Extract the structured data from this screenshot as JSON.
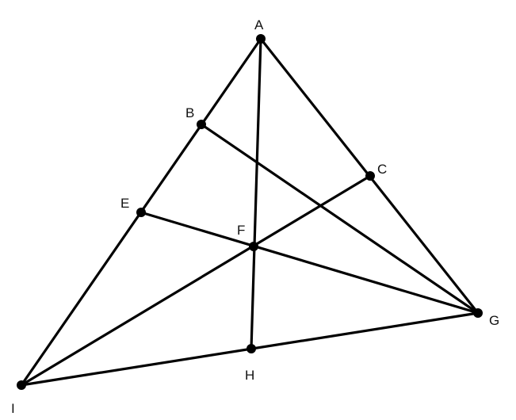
{
  "points": [
    {
      "id": "A",
      "label": "A"
    },
    {
      "id": "B",
      "label": "B"
    },
    {
      "id": "C",
      "label": "C"
    },
    {
      "id": "E",
      "label": "E"
    },
    {
      "id": "F",
      "label": "F"
    },
    {
      "id": "G",
      "label": "G"
    },
    {
      "id": "H",
      "label": "H"
    },
    {
      "id": "I",
      "label": "I"
    }
  ],
  "segments": [
    [
      "A",
      "I"
    ],
    [
      "A",
      "G"
    ],
    [
      "I",
      "G"
    ],
    [
      "A",
      "H"
    ],
    [
      "B",
      "G"
    ],
    [
      "E",
      "G"
    ],
    [
      "I",
      "C"
    ]
  ],
  "colors": {
    "stroke": "#000000",
    "background": "#ffffff"
  }
}
